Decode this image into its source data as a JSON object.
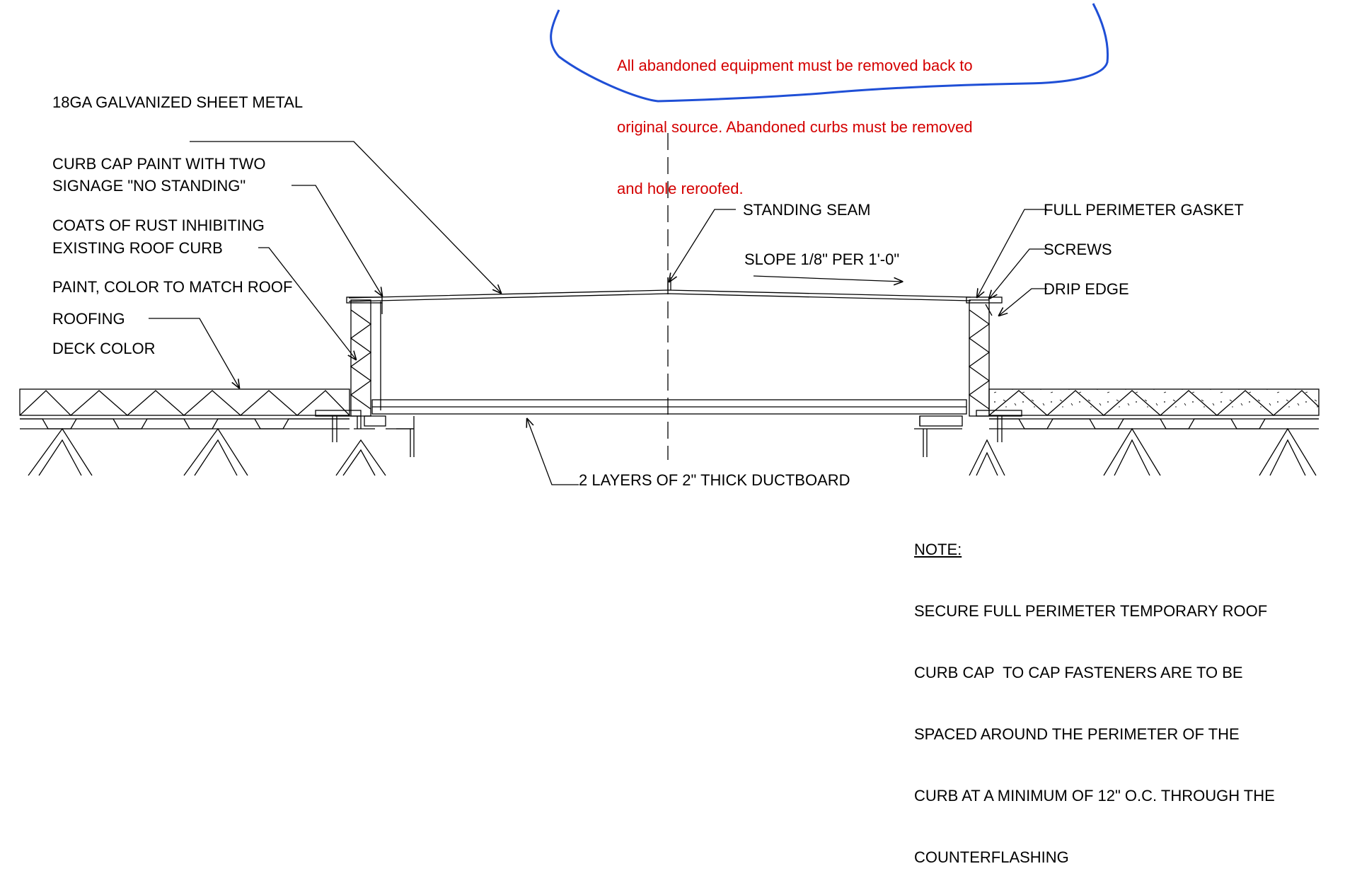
{
  "annotation": {
    "text_lines": [
      "All abandoned equipment must be removed back to",
      "original source. Abandoned curbs must be removed",
      "and hole reroofed."
    ],
    "text_color": "#d40000",
    "cloud_color": "#1f4fd6"
  },
  "callouts": {
    "curb_cap": [
      "18GA GALVANIZED SHEET METAL",
      "CURB CAP PAINT WITH TWO",
      "COATS OF RUST INHIBITING",
      "PAINT, COLOR TO MATCH ROOF",
      "DECK COLOR"
    ],
    "signage": "SIGNAGE \"NO STANDING\"",
    "existing_curb": "EXISTING ROOF CURB",
    "roofing": "ROOFING",
    "standing_seam": "STANDING SEAM",
    "slope": "SLOPE 1/8\" PER 1'-0\"",
    "gasket": "FULL PERIMETER GASKET",
    "screws": "SCREWS",
    "drip_edge": "DRIP EDGE",
    "ductboard": "2 LAYERS OF 2\" THICK DUCTBOARD"
  },
  "note": {
    "heading": "NOTE:",
    "lines": [
      "SECURE FULL PERIMETER TEMPORARY ROOF",
      "CURB CAP  TO CAP FASTENERS ARE TO BE",
      "SPACED AROUND THE PERIMETER OF THE",
      "CURB AT A MINIMUM OF 12\" O.C. THROUGH THE",
      "COUNTERFLASHING"
    ]
  }
}
